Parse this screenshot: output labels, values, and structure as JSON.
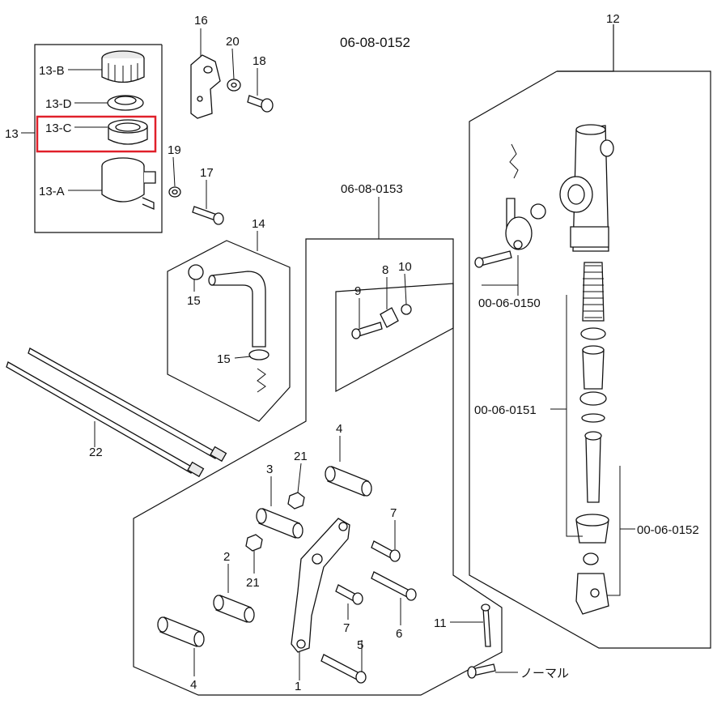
{
  "diagram": {
    "title_code": "06-08-0152",
    "highlight_color": "#e0202a",
    "labels": {
      "l12": "12",
      "l13": "13",
      "l13a": "13-A",
      "l13b": "13-B",
      "l13c": "13-C",
      "l13d": "13-D",
      "l16": "16",
      "l20": "20",
      "l18": "18",
      "l19": "19",
      "l17": "17",
      "l14": "14",
      "l15a": "15",
      "l15b": "15",
      "l22": "22",
      "l8": "8",
      "l9": "9",
      "l10": "10",
      "l4a": "4",
      "l3": "3",
      "l21a": "21",
      "l7a": "7",
      "l2": "2",
      "l21b": "21",
      "l7b": "7",
      "l6": "6",
      "l5": "5",
      "l4b": "4",
      "l1": "1",
      "l11": "11",
      "normal": "ノーマル"
    },
    "codes": {
      "c0153": "06-08-0153",
      "c0150": "00-06-0150",
      "c0151": "00-06-0151",
      "c0152": "00-06-0152"
    }
  }
}
